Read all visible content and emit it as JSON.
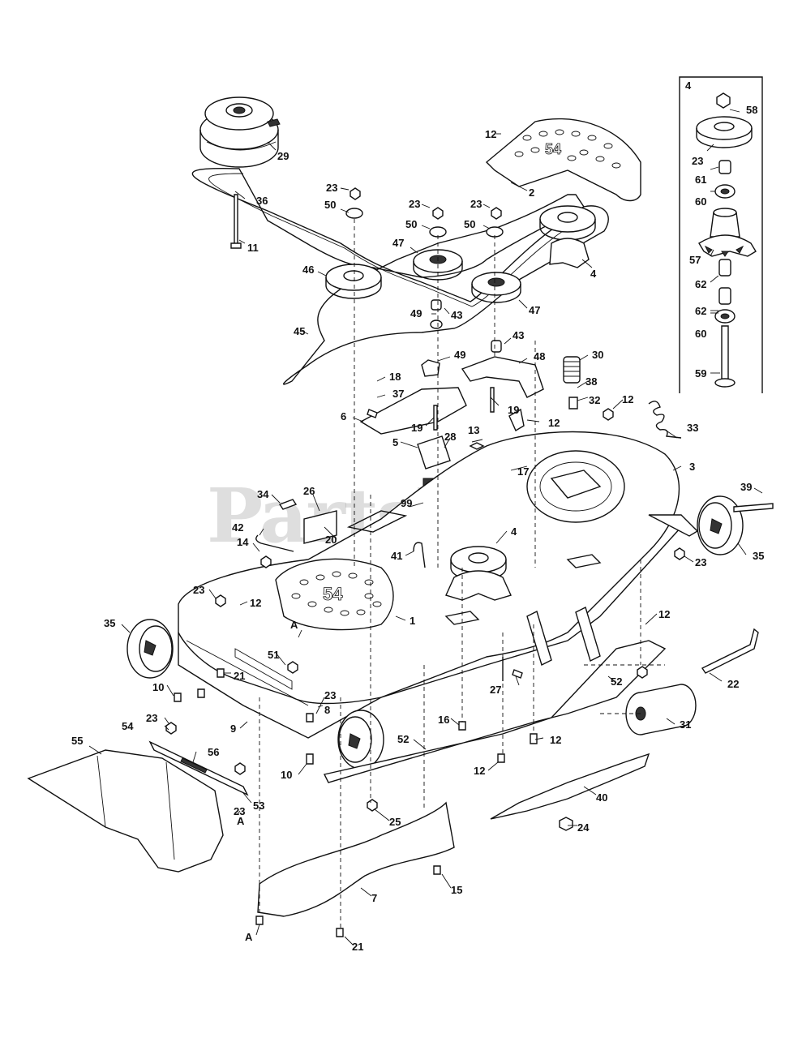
{
  "watermark": "PartsTree",
  "inset_label": "4",
  "section_labels": [
    "A",
    "A"
  ],
  "callouts": [
    "58",
    "23",
    "61",
    "60",
    "57",
    "62",
    "62",
    "60",
    "59",
    "12",
    "2",
    "29",
    "36",
    "23",
    "50",
    "23",
    "50",
    "23",
    "50",
    "11",
    "47",
    "46",
    "4",
    "47",
    "49",
    "43",
    "45",
    "43",
    "49",
    "48",
    "30",
    "18",
    "37",
    "38",
    "32",
    "12",
    "19",
    "6",
    "19",
    "12",
    "13",
    "28",
    "33",
    "5",
    "17",
    "3",
    "39",
    "34",
    "26",
    "99",
    "20",
    "42",
    "4",
    "14",
    "41",
    "23",
    "35",
    "23",
    "12",
    "1",
    "35",
    "A",
    "12",
    "51",
    "21",
    "27",
    "22",
    "10",
    "8",
    "23",
    "52",
    "31",
    "23",
    "16",
    "12",
    "9",
    "54",
    "23",
    "52",
    "56",
    "12",
    "40",
    "10",
    "55",
    "53",
    "A",
    "25",
    "24",
    "15",
    "7",
    "21"
  ]
}
